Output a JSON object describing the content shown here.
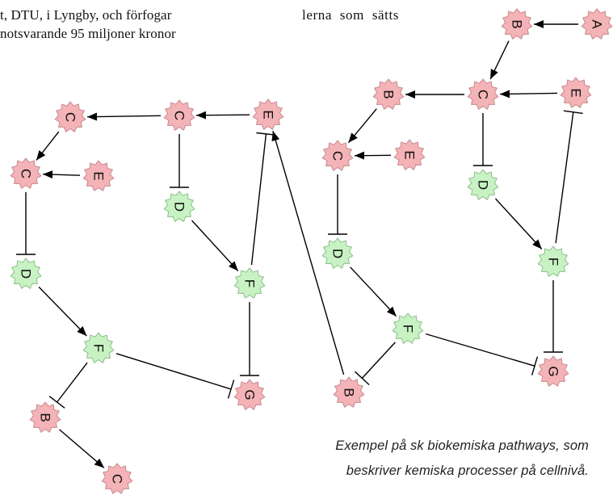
{
  "body_text": {
    "left_lines": [
      "t, DTU, i Lyngby, och förfogar",
      "notsvarande 95 miljoner kronor"
    ],
    "middle_line": "lerna som sätts"
  },
  "caption": {
    "line1": "Exempel på sk biokemiska pathways, som",
    "line2": "beskriver kemiska processer på cellnivå."
  },
  "node_colors": {
    "red_fill": "#f4b3b7",
    "red_stroke": "#c88a8e",
    "green_fill": "#c8f2c4",
    "green_stroke": "#8cc08a"
  },
  "pathways": [
    {
      "name": "",
      "nodes": [
        {
          "id": "L_C1",
          "label": "C",
          "color": "red"
        },
        {
          "id": "L_C2",
          "label": "C",
          "color": "red"
        },
        {
          "id": "L_E1",
          "label": "E",
          "color": "red"
        },
        {
          "id": "L_C3",
          "label": "C",
          "color": "red"
        },
        {
          "id": "L_E2",
          "label": "E",
          "color": "red"
        },
        {
          "id": "L_D1",
          "label": "D",
          "color": "green"
        },
        {
          "id": "L_D2",
          "label": "D",
          "color": "green"
        },
        {
          "id": "L_F1",
          "label": "F",
          "color": "green"
        },
        {
          "id": "L_F2",
          "label": "F",
          "color": "green"
        },
        {
          "id": "L_G",
          "label": "G",
          "color": "red"
        },
        {
          "id": "L_B",
          "label": "B",
          "color": "red"
        },
        {
          "id": "L_C4",
          "label": "C",
          "color": "red"
        }
      ],
      "edges": [
        {
          "from": "L_E1",
          "to": "L_C2",
          "type": "activation"
        },
        {
          "from": "L_C2",
          "to": "L_C1",
          "type": "activation"
        },
        {
          "from": "L_C1",
          "to": "L_C3",
          "type": "activation"
        },
        {
          "from": "L_E2",
          "to": "L_C3",
          "type": "activation"
        },
        {
          "from": "L_C2",
          "to": "L_D2",
          "type": "inhibition"
        },
        {
          "from": "L_D2",
          "to": "L_F2",
          "type": "activation"
        },
        {
          "from": "L_F2",
          "to": "L_E1",
          "type": "inhibition"
        },
        {
          "from": "L_C3",
          "to": "L_D1",
          "type": "inhibition"
        },
        {
          "from": "L_D1",
          "to": "L_F1",
          "type": "activation"
        },
        {
          "from": "L_F1",
          "to": "L_G",
          "type": "inhibition"
        },
        {
          "from": "L_F2",
          "to": "L_G",
          "type": "inhibition"
        },
        {
          "from": "L_F1",
          "to": "L_B",
          "type": "inhibition"
        },
        {
          "from": "L_B",
          "to": "L_C4",
          "type": "activation"
        }
      ]
    },
    {
      "name": "",
      "nodes": [
        {
          "id": "R_A",
          "label": "A",
          "color": "red"
        },
        {
          "id": "R_B1",
          "label": "B",
          "color": "red"
        },
        {
          "id": "R_C1",
          "label": "C",
          "color": "red"
        },
        {
          "id": "R_B2",
          "label": "B",
          "color": "red"
        },
        {
          "id": "R_E1",
          "label": "E",
          "color": "red"
        },
        {
          "id": "R_C2",
          "label": "C",
          "color": "red"
        },
        {
          "id": "R_E2",
          "label": "E",
          "color": "red"
        },
        {
          "id": "R_D1",
          "label": "D",
          "color": "green"
        },
        {
          "id": "R_D2",
          "label": "D",
          "color": "green"
        },
        {
          "id": "R_F1",
          "label": "F",
          "color": "green"
        },
        {
          "id": "R_F2",
          "label": "F",
          "color": "green"
        },
        {
          "id": "R_G",
          "label": "G",
          "color": "red"
        },
        {
          "id": "R_B3",
          "label": "B",
          "color": "red"
        }
      ],
      "edges": [
        {
          "from": "R_A",
          "to": "R_B1",
          "type": "activation"
        },
        {
          "from": "R_B1",
          "to": "R_C1",
          "type": "activation"
        },
        {
          "from": "R_C1",
          "to": "R_B2",
          "type": "activation"
        },
        {
          "from": "R_E1",
          "to": "R_C1",
          "type": "activation"
        },
        {
          "from": "R_B2",
          "to": "R_C2",
          "type": "activation"
        },
        {
          "from": "R_E2",
          "to": "R_C2",
          "type": "activation"
        },
        {
          "from": "R_C1",
          "to": "R_D1",
          "type": "inhibition"
        },
        {
          "from": "R_D1",
          "to": "R_F1",
          "type": "activation"
        },
        {
          "from": "R_F1",
          "to": "R_E1",
          "type": "inhibition"
        },
        {
          "from": "R_F1",
          "to": "R_G",
          "type": "inhibition"
        },
        {
          "from": "R_C2",
          "to": "R_D2",
          "type": "inhibition"
        },
        {
          "from": "R_D2",
          "to": "R_F2",
          "type": "activation"
        },
        {
          "from": "R_F2",
          "to": "R_G",
          "type": "inhibition"
        },
        {
          "from": "R_F2",
          "to": "R_B3",
          "type": "inhibition"
        },
        {
          "from": "R_B3",
          "to": "L_E1",
          "type": "activation"
        }
      ]
    }
  ]
}
